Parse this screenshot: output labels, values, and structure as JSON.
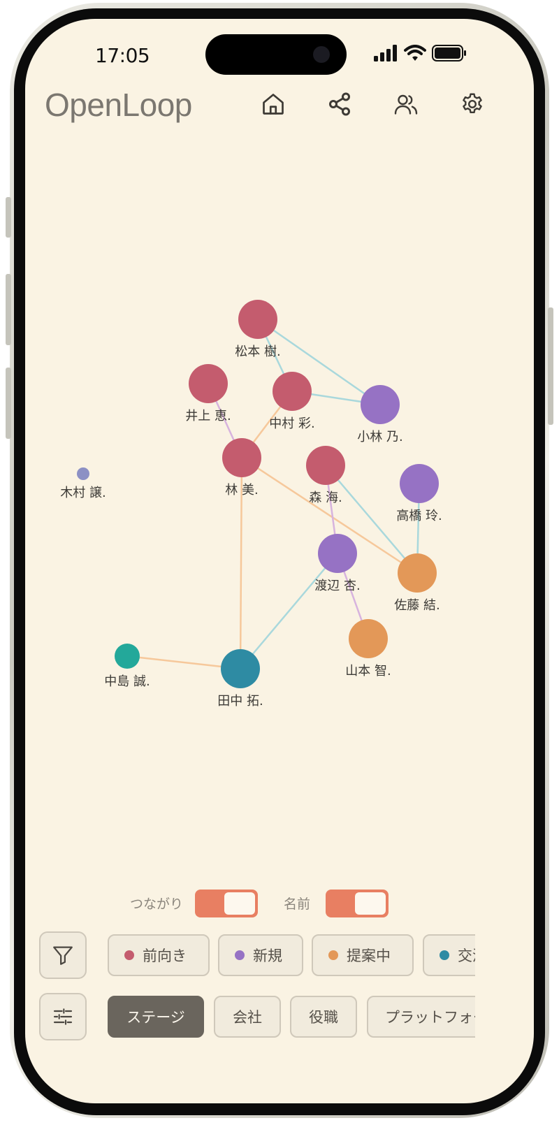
{
  "status": {
    "time": "17:05"
  },
  "app": {
    "title": "OpenLoop"
  },
  "nav": [
    {
      "name": "home-icon"
    },
    {
      "name": "share-network-icon"
    },
    {
      "name": "users-icon"
    },
    {
      "name": "settings-gear-icon"
    }
  ],
  "stages": {
    "positive": {
      "label": "前向き",
      "color": "#c45c6e"
    },
    "new": {
      "label": "新規",
      "color": "#9672c4"
    },
    "proposal": {
      "label": "提案中",
      "color": "#e39858"
    },
    "negotiation": {
      "label": "交渉中",
      "color": "#2e8ba3"
    },
    "closed": {
      "color": "#23a89a"
    },
    "other": {
      "color": "#8c90c4"
    }
  },
  "graph": {
    "nodes": [
      {
        "id": "matsumoto",
        "label": "松本 樹.",
        "stage": "positive"
      },
      {
        "id": "inoue",
        "label": "井上 恵.",
        "stage": "positive"
      },
      {
        "id": "nakamura",
        "label": "中村 彩.",
        "stage": "positive"
      },
      {
        "id": "kobayashi",
        "label": "小林 乃.",
        "stage": "new"
      },
      {
        "id": "hayashi",
        "label": "林 美.",
        "stage": "positive"
      },
      {
        "id": "mori",
        "label": "森 海.",
        "stage": "positive"
      },
      {
        "id": "takahashi",
        "label": "高橋 玲.",
        "stage": "new"
      },
      {
        "id": "kimura",
        "label": "木村 譲.",
        "stage": "other"
      },
      {
        "id": "watanabe",
        "label": "渡辺 杏.",
        "stage": "new"
      },
      {
        "id": "sato",
        "label": "佐藤 結.",
        "stage": "proposal"
      },
      {
        "id": "yamamoto",
        "label": "山本 智.",
        "stage": "proposal"
      },
      {
        "id": "nakajima",
        "label": "中島 誠.",
        "stage": "closed"
      },
      {
        "id": "tanaka",
        "label": "田中 拓.",
        "stage": "negotiation"
      }
    ],
    "edges": [
      {
        "from": "matsumoto",
        "to": "kobayashi",
        "color": "#a9d8dc"
      },
      {
        "from": "matsumoto",
        "to": "nakamura",
        "color": "#a9d8dc"
      },
      {
        "from": "nakamura",
        "to": "kobayashi",
        "color": "#a9d8dc"
      },
      {
        "from": "inoue",
        "to": "hayashi",
        "color": "#d7b3de"
      },
      {
        "from": "nakamura",
        "to": "hayashi",
        "color": "#f6c89b"
      },
      {
        "from": "hayashi",
        "to": "sato",
        "color": "#f6c89b"
      },
      {
        "from": "hayashi",
        "to": "tanaka",
        "color": "#f6c89b"
      },
      {
        "from": "mori",
        "to": "sato",
        "color": "#a9d8dc"
      },
      {
        "from": "mori",
        "to": "watanabe",
        "color": "#d7b3de"
      },
      {
        "from": "watanabe",
        "to": "yamamoto",
        "color": "#d7b3de"
      },
      {
        "from": "takahashi",
        "to": "sato",
        "color": "#a9d8dc"
      },
      {
        "from": "watanabe",
        "to": "tanaka",
        "color": "#a9d8dc"
      },
      {
        "from": "nakajima",
        "to": "tanaka",
        "color": "#f6c89b"
      }
    ]
  },
  "toggles": [
    {
      "label": "つながり",
      "on": true
    },
    {
      "label": "名前",
      "on": true
    }
  ],
  "filter_row": {
    "button": "filter-funnel-icon",
    "chips": [
      {
        "label": "前向き",
        "stage": "positive"
      },
      {
        "label": "新規",
        "stage": "new"
      },
      {
        "label": "提案中",
        "stage": "proposal"
      },
      {
        "label": "交渉中",
        "stage": "negotiation"
      }
    ]
  },
  "group_row": {
    "button": "sliders-icon",
    "chips": [
      {
        "label": "ステージ",
        "active": true
      },
      {
        "label": "会社",
        "active": false
      },
      {
        "label": "役職",
        "active": false
      },
      {
        "label": "プラットフォーム",
        "active": false
      }
    ]
  }
}
